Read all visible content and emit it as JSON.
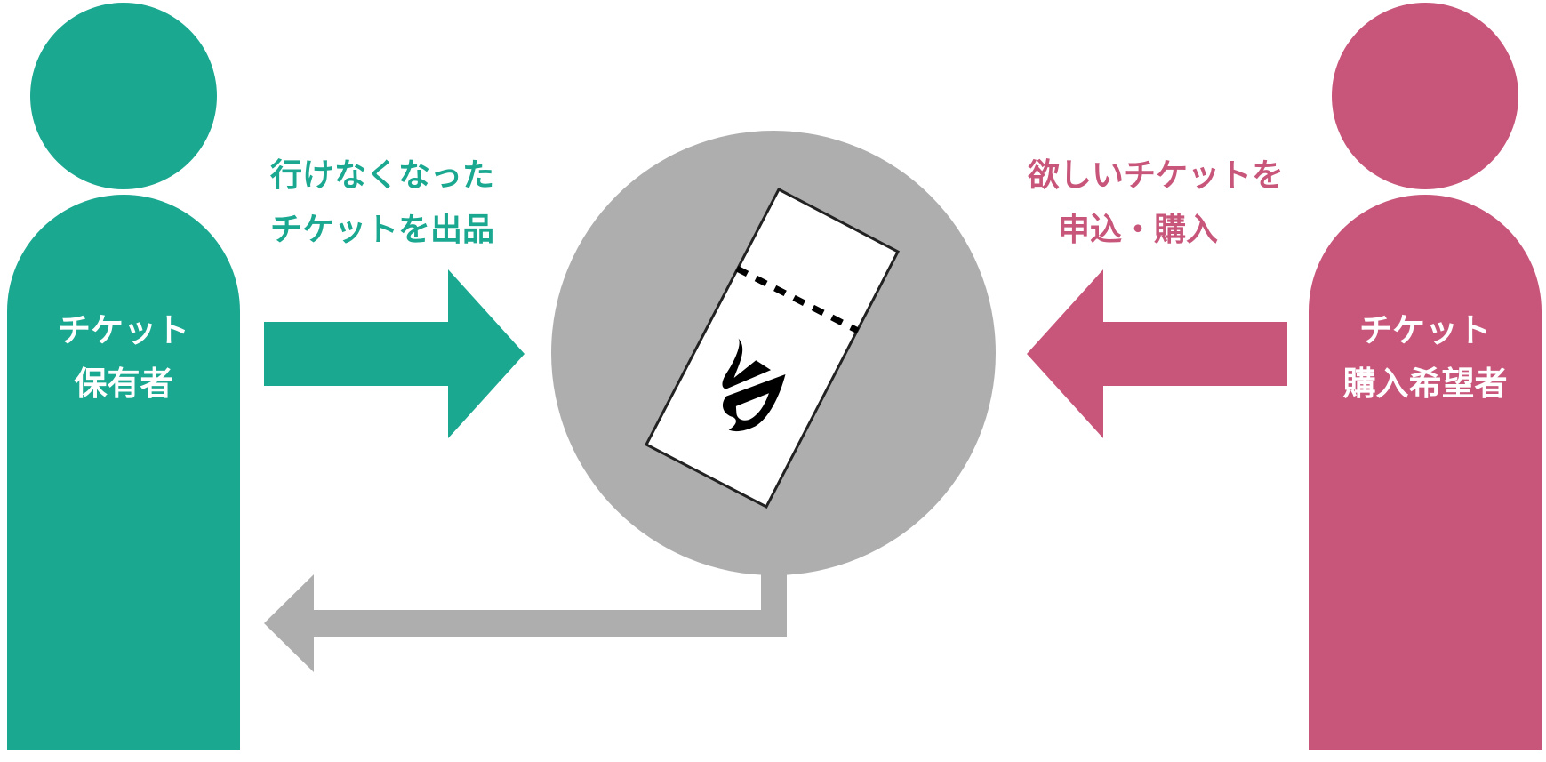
{
  "colors": {
    "seller": "#1aa891",
    "buyer": "#c8567a",
    "platform": "#aeaeae",
    "ticket_fill": "#ffffff",
    "ticket_stroke": "#222222",
    "label_on_figure": "#ffffff"
  },
  "seller": {
    "label_line1": "チケット",
    "label_line2": "保有者",
    "action_line1": "行けなくなった",
    "action_line2": "チケットを出品"
  },
  "buyer": {
    "label_line1": "チケット",
    "label_line2": "購入希望者",
    "action_line1": "欲しいチケットを",
    "action_line2": "申込・購入"
  },
  "icons": {
    "seller_figure": "person-icon",
    "buyer_figure": "person-icon",
    "ticket": "ticket-icon",
    "logo": "brand-logo-icon",
    "arrow_in_seller": "arrow-right-icon",
    "arrow_in_buyer": "arrow-left-icon",
    "arrow_return": "arrow-return-left-icon"
  }
}
